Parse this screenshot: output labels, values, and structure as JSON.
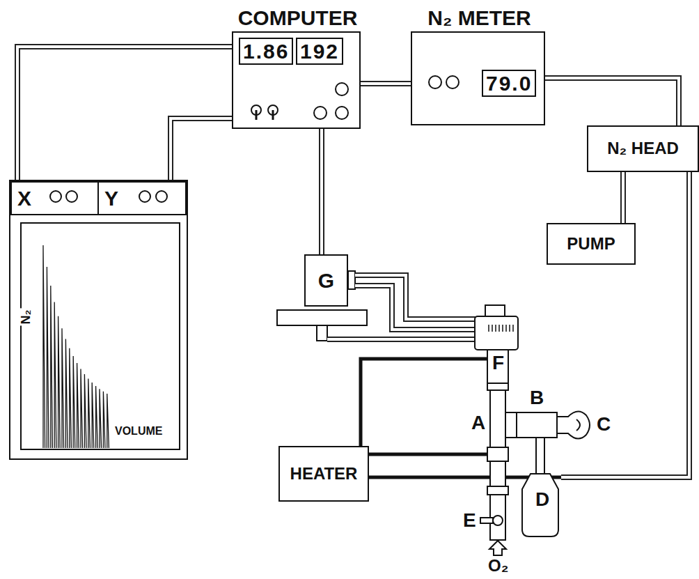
{
  "diagram": {
    "nodes": [
      {
        "text": [
          "COMPUTER",
          "1.86",
          "192"
        ]
      },
      {
        "text": [
          "N₂ METER",
          "79.0"
        ]
      },
      {
        "text": [
          "N₂ HEAD"
        ]
      },
      {
        "text": [
          "N₂",
          "VOLUME"
        ]
      },
      {
        "text": [
          "X"
        ],
        "in": 3
      },
      {
        "text": [
          "Y"
        ],
        "in": 3
      },
      {
        "text": [
          "PUMP"
        ]
      },
      {
        "text": [
          "G"
        ]
      },
      {
        "text": [
          "HEATER"
        ]
      }
    ],
    "edges": [
      {
        "from": 0,
        "to": 4,
        "arrow": "none"
      },
      {
        "from": 0,
        "to": 5,
        "arrow": "none"
      },
      {
        "from": 0,
        "to": 1,
        "arrow": "none"
      },
      {
        "from": 1,
        "to": 2,
        "arrow": "none"
      },
      {
        "from": 2,
        "to": 6,
        "arrow": "none"
      },
      {
        "from": 0,
        "to": 7,
        "arrow": "none"
      }
    ],
    "labels": [
      "F",
      "B",
      "A",
      "C",
      "D",
      "E",
      "O₂"
    ]
  }
}
